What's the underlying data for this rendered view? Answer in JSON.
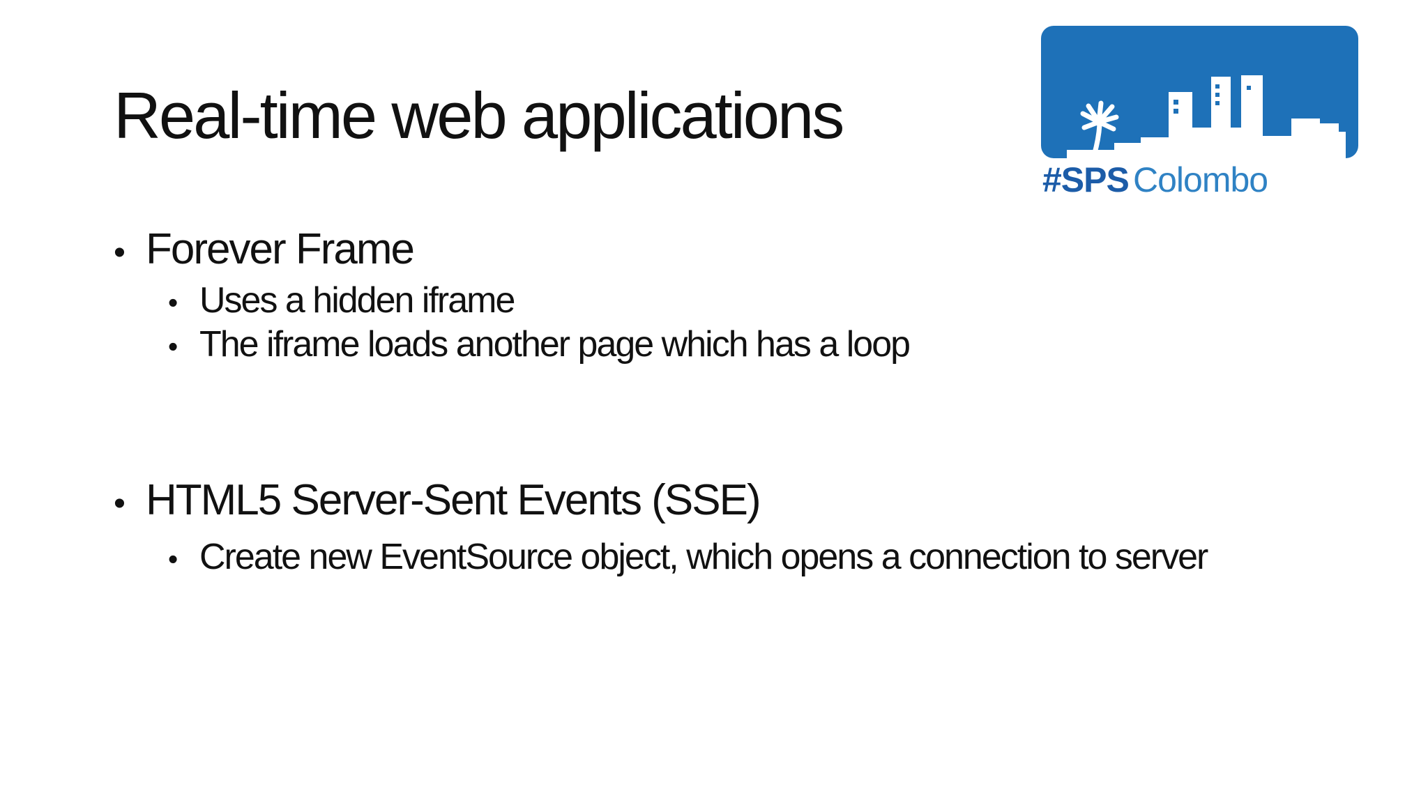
{
  "slide": {
    "title": "Real-time web applications",
    "bullet_char": "•",
    "bullets": [
      {
        "text": "Forever Frame",
        "children": [
          "Uses a hidden iframe",
          "The iframe loads another page which has a loop"
        ]
      },
      {
        "text": "HTML5 Server-Sent Events (SSE)",
        "children": [
          "Create new EventSource object, which opens a connection to server"
        ]
      }
    ]
  },
  "logo": {
    "wordmark_bold": "#SPS",
    "wordmark_light": "Colombo",
    "colors": {
      "badge_blue": "#1E71B8",
      "wordmark_bold_blue": "#1C5CA8",
      "wordmark_light_blue": "#2F82C4",
      "skyline_white": "#ffffff"
    }
  }
}
